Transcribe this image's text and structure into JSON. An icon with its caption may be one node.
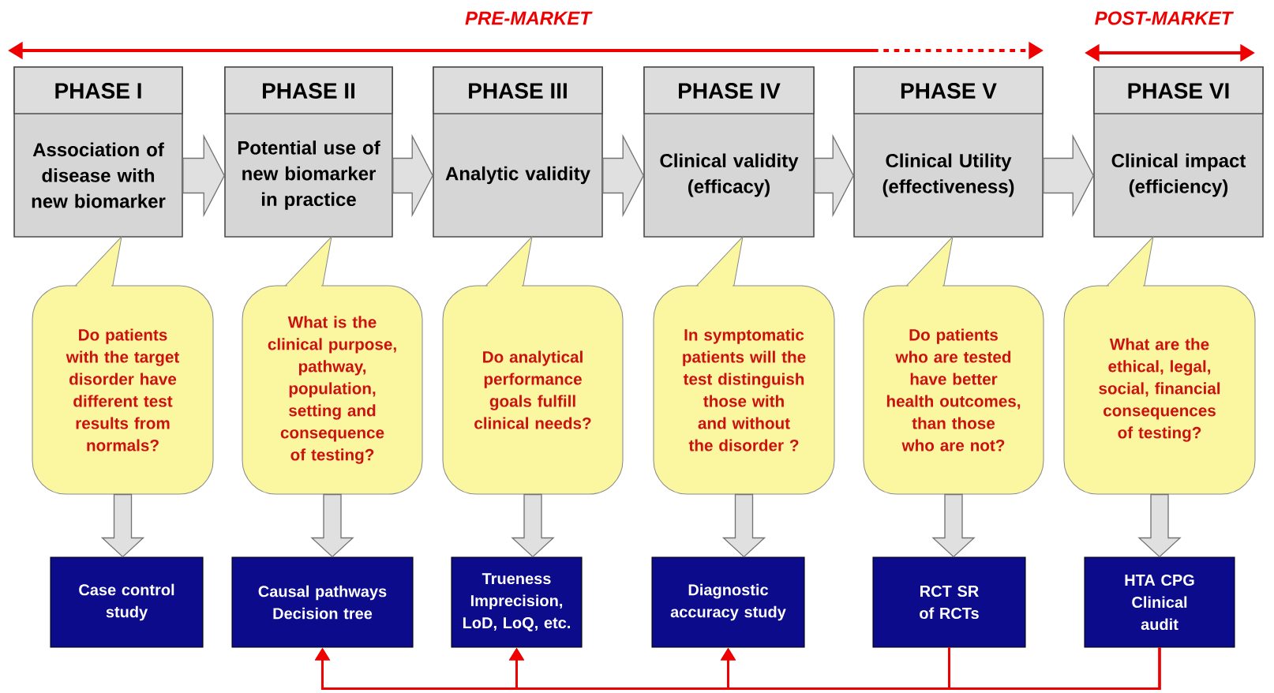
{
  "diagram": {
    "nodes": [
      {
        "text": [
          "PHASE I",
          "Association of disease with new biomarker"
        ]
      },
      {
        "text": [
          "PHASE II",
          "Potential use of new biomarker in practice"
        ]
      },
      {
        "text": [
          "PHASE III",
          "Analytic validity"
        ]
      },
      {
        "text": [
          "PHASE IV",
          "Clinical validity (efficacy)"
        ]
      },
      {
        "text": [
          "PHASE V",
          "Clinical Utility (effectiveness)"
        ]
      },
      {
        "text": [
          "PHASE VI",
          "Clinical impact (efficiency)"
        ]
      },
      {
        "text": [
          "Do patients with the target disorder have different test results from normals?"
        ]
      },
      {
        "text": [
          "What is the clinical purpose, pathway, population, setting and consequence of testing?"
        ]
      },
      {
        "text": [
          "Do analytical performance goals fulfill clinical needs?"
        ]
      },
      {
        "text": [
          "In symptomatic patients will the test distinguish those with and without the disorder ?"
        ]
      },
      {
        "text": [
          "Do patients who are tested have better health outcomes, than those who are not?"
        ]
      },
      {
        "text": [
          "What are the ethical, legal, social, financial consequences of testing?"
        ]
      },
      {
        "text": [
          "Case control study"
        ]
      },
      {
        "text": [
          "Causal pathways Decision tree"
        ]
      },
      {
        "text": [
          "Trueness Imprecision, LoD, LoQ, etc."
        ]
      },
      {
        "text": [
          "Diagnostic accuracy study"
        ]
      },
      {
        "text": [
          "RCT SR of RCTs"
        ]
      },
      {
        "text": [
          "HTA CPG Clinical audit"
        ]
      }
    ],
    "edges": [
      {
        "from": 0,
        "to": 1,
        "arrow": "to"
      },
      {
        "from": 1,
        "to": 2,
        "arrow": "to"
      },
      {
        "from": 2,
        "to": 3,
        "arrow": "to"
      },
      {
        "from": 3,
        "to": 4,
        "arrow": "to"
      },
      {
        "from": 4,
        "to": 5,
        "arrow": "to"
      },
      {
        "from": 6,
        "to": 12,
        "arrow": "to"
      },
      {
        "from": 7,
        "to": 13,
        "arrow": "to"
      },
      {
        "from": 8,
        "to": 14,
        "arrow": "to"
      },
      {
        "from": 9,
        "to": 15,
        "arrow": "to"
      },
      {
        "from": 10,
        "to": 16,
        "arrow": "to"
      },
      {
        "from": 11,
        "to": 17,
        "arrow": "to"
      },
      {
        "from": 16,
        "to": 13,
        "arrow": "to",
        "color": "#ee0000"
      },
      {
        "from": 16,
        "to": 14,
        "arrow": "to",
        "color": "#ee0000"
      },
      {
        "from": 16,
        "to": 15,
        "arrow": "to",
        "color": "#ee0000"
      },
      {
        "from": 17,
        "to": 13,
        "arrow": "to",
        "color": "#ee0000"
      },
      {
        "from": 17,
        "to": 14,
        "arrow": "to",
        "color": "#ee0000"
      },
      {
        "from": 17,
        "to": 15,
        "arrow": "to",
        "color": "#ee0000"
      }
    ],
    "labels": [
      "PRE-MARKET",
      "POST-MARKET"
    ]
  }
}
